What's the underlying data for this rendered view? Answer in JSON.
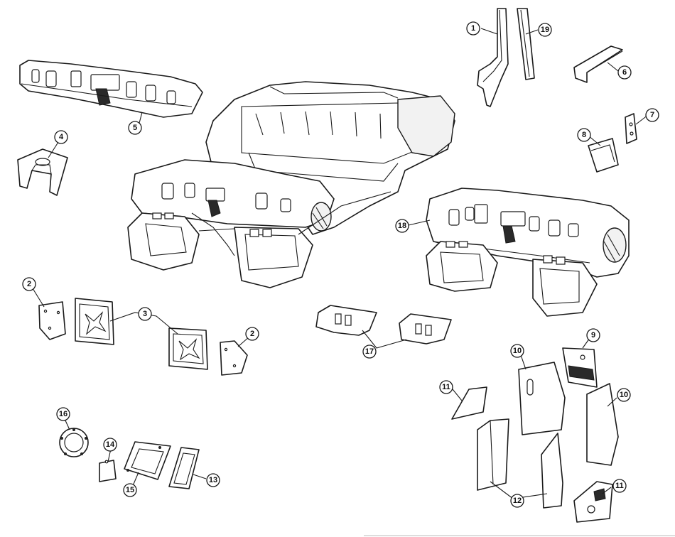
{
  "callouts": {
    "c1": "1",
    "c19": "19",
    "c6": "6",
    "c5": "5",
    "c4": "4",
    "c7": "7",
    "c8": "8",
    "c18": "18",
    "c2a": "2",
    "c3": "3",
    "c2b": "2",
    "c17": "17",
    "c9": "9",
    "c10a": "10",
    "c10b": "10",
    "c11a": "11",
    "c11b": "11",
    "c12": "12",
    "c13": "13",
    "c14": "14",
    "c15": "15",
    "c16": "16"
  },
  "colors": {
    "line": "#1a1a1a",
    "background": "#ffffff"
  }
}
